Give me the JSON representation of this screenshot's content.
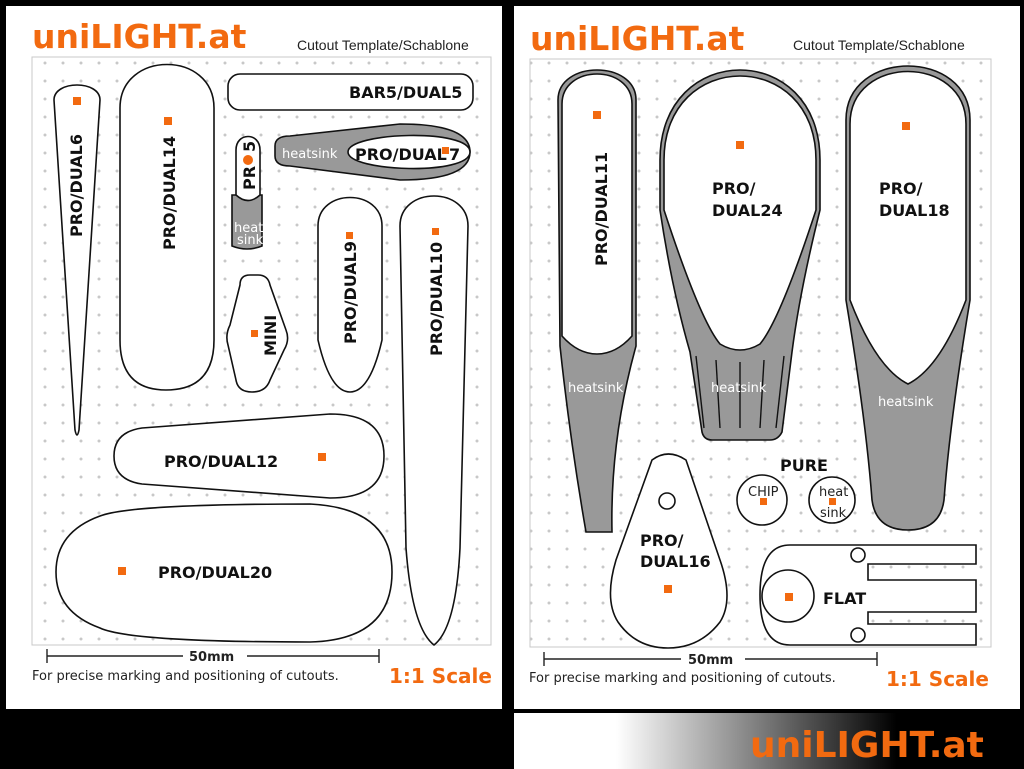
{
  "colors": {
    "accent": "#f26a10",
    "heatsink": "#999999",
    "dot": "#c8c8c8"
  },
  "brand": {
    "name": "uniLIGHT.at"
  },
  "template_title": "Cutout Template/Schablone",
  "ruler_label": "50mm",
  "footer_note": "For precise marking and positioning of cutouts.",
  "scale_label": "1:1 Scale",
  "heatsink_label": "heatsink",
  "left_panel": {
    "labels": {
      "dual6": "PRO/DUAL6",
      "dual14": "PRO/DUAL14",
      "bar5": "BAR5/DUAL5",
      "pro5_a": "PR",
      "pro5_b": "5",
      "heat": "heat",
      "sink": "sink",
      "dual7_a": "PRO/DUAL",
      "dual7_b": "7",
      "mini": "MINI",
      "dual9": "PRO/DUAL9",
      "dual10": "PRO/DUAL10",
      "dual12": "PRO/DUAL12",
      "dual20": "PRO/DUAL20"
    }
  },
  "right_panel": {
    "labels": {
      "dual11": "PRO/DUAL11",
      "dual24_a": "PRO/",
      "dual24_b": "DUAL24",
      "dual18_a": "PRO/",
      "dual18_b": "DUAL18",
      "dual16_a": "PRO/",
      "dual16_b": "DUAL16",
      "pure": "PURE",
      "chip": "CHIP",
      "heat": "heat",
      "sink": "sink",
      "flat": "FLAT"
    }
  }
}
